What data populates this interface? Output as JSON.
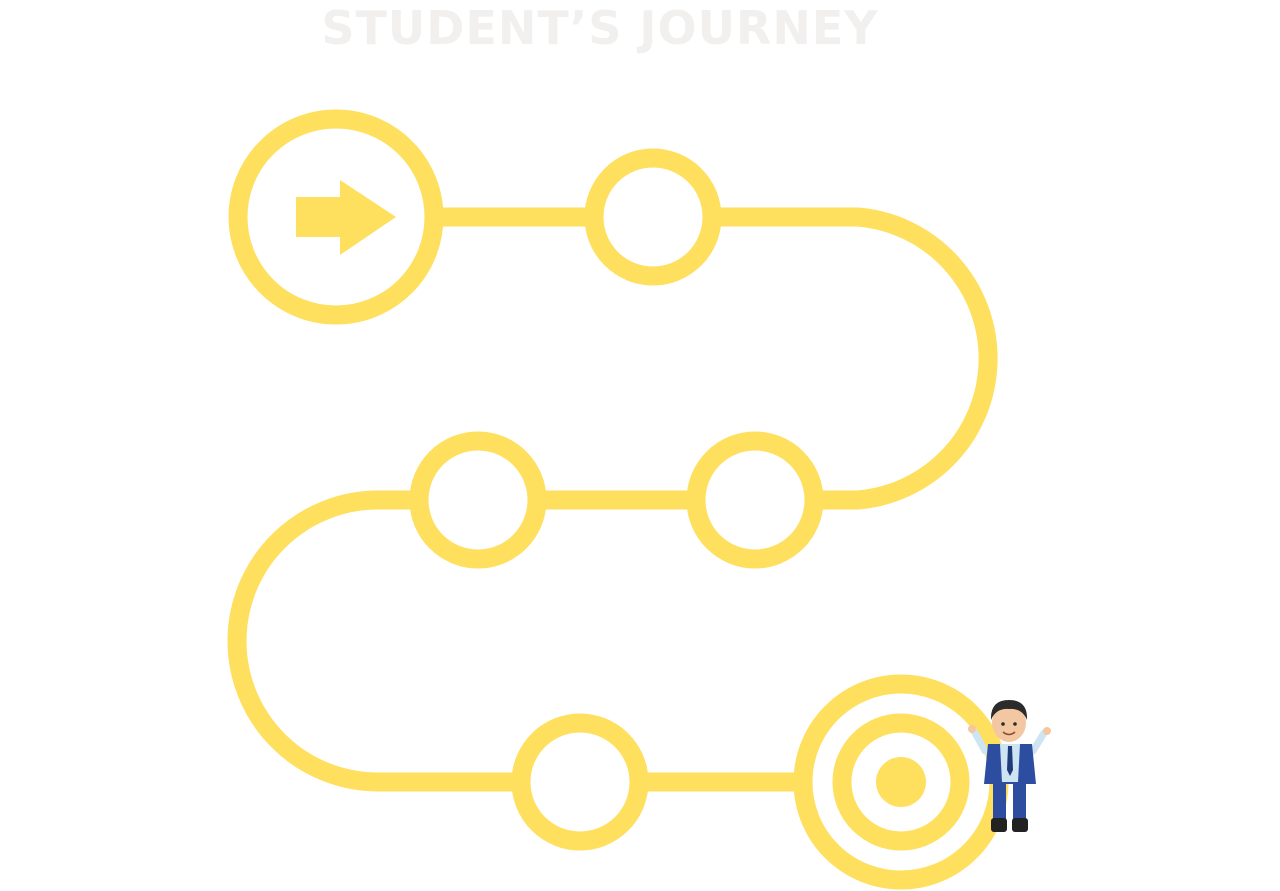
{
  "page": {
    "title": "STUDENT’S JOURNEY"
  },
  "colors": {
    "path": "#ffdf5e",
    "background": "#ffffff",
    "title": "#f2f0ee",
    "student_jacket": "#2d4ea0",
    "student_shirt": "#cfe4f3",
    "student_skin": "#f3c7a2",
    "student_hair": "#2b2b2b"
  },
  "journey": {
    "start_icon": "arrow-right-icon",
    "goal_icon": "target-icon",
    "character": "student-figure",
    "milestones": [
      {
        "id": "milestone-1"
      },
      {
        "id": "milestone-2"
      },
      {
        "id": "milestone-3"
      },
      {
        "id": "milestone-4"
      },
      {
        "id": "milestone-5"
      }
    ]
  }
}
